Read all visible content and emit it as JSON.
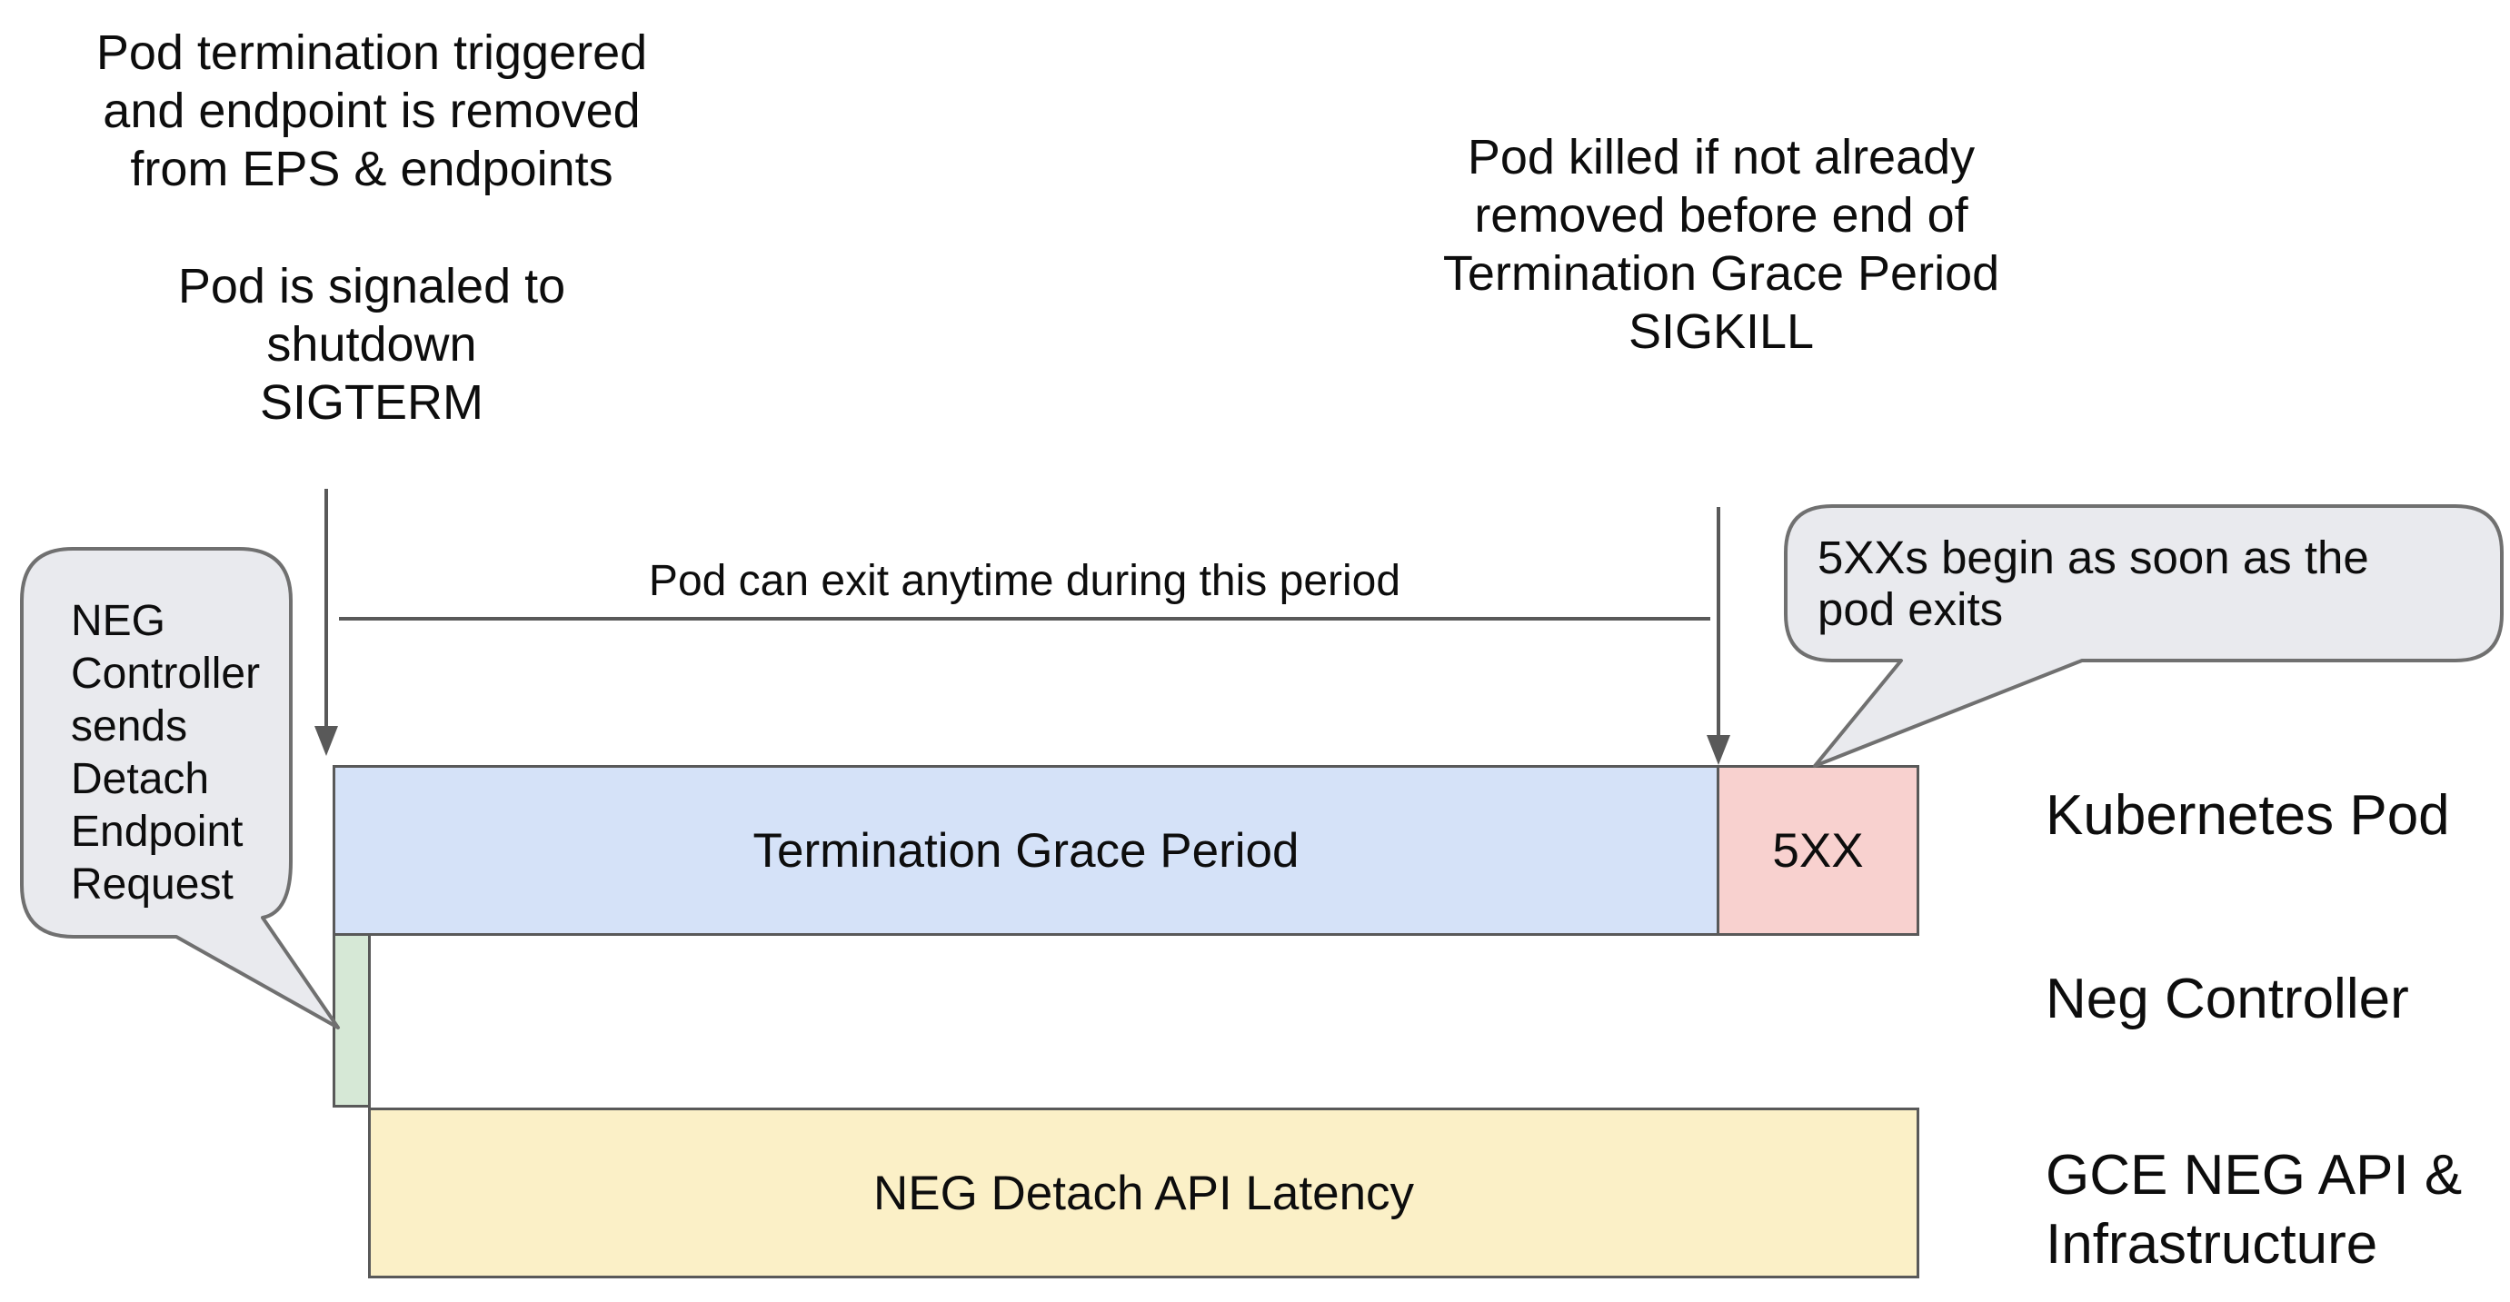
{
  "colors": {
    "background": "#ffffff",
    "stroke": "#595959",
    "bubble_border": "#707070",
    "bubble_fill": "#e9eaee",
    "text": "#0d0d0d",
    "bar_blue": "#d5e2f8",
    "bar_pink": "#f8d1cf",
    "bar_green": "#d6e8d6",
    "bar_yellow": "#fbf0c7"
  },
  "annotations": {
    "pod_termination": {
      "lines": [
        "Pod termination triggered",
        "and endpoint is removed",
        "from EPS & endpoints"
      ]
    },
    "pod_signaled": {
      "lines": [
        "Pod is signaled to shutdown",
        "SIGTERM"
      ]
    },
    "pod_killed": {
      "lines": [
        "Pod killed if not already",
        "removed before end of",
        "Termination Grace Period",
        "SIGKILL"
      ]
    },
    "exit_period_label": "Pod can exit anytime during this period"
  },
  "bubbles": {
    "neg_controller": {
      "lines": [
        "NEG",
        "Controller",
        "sends",
        "Detach",
        "Endpoint",
        "Request"
      ]
    },
    "fivexx_begin": {
      "lines": [
        "5XXs begin as soon as the",
        "pod exits"
      ]
    }
  },
  "bars": {
    "termination_grace_period": {
      "label": "Termination Grace Period"
    },
    "fivexx": {
      "label": "5XX"
    },
    "neg_detach_api_latency": {
      "label": "NEG Detach API Latency"
    }
  },
  "row_labels": {
    "kubernetes_pod": "Kubernetes Pod",
    "neg_controller": "Neg Controller",
    "gce_neg_api": {
      "lines": [
        "GCE NEG API &",
        "Infrastructure"
      ]
    }
  }
}
